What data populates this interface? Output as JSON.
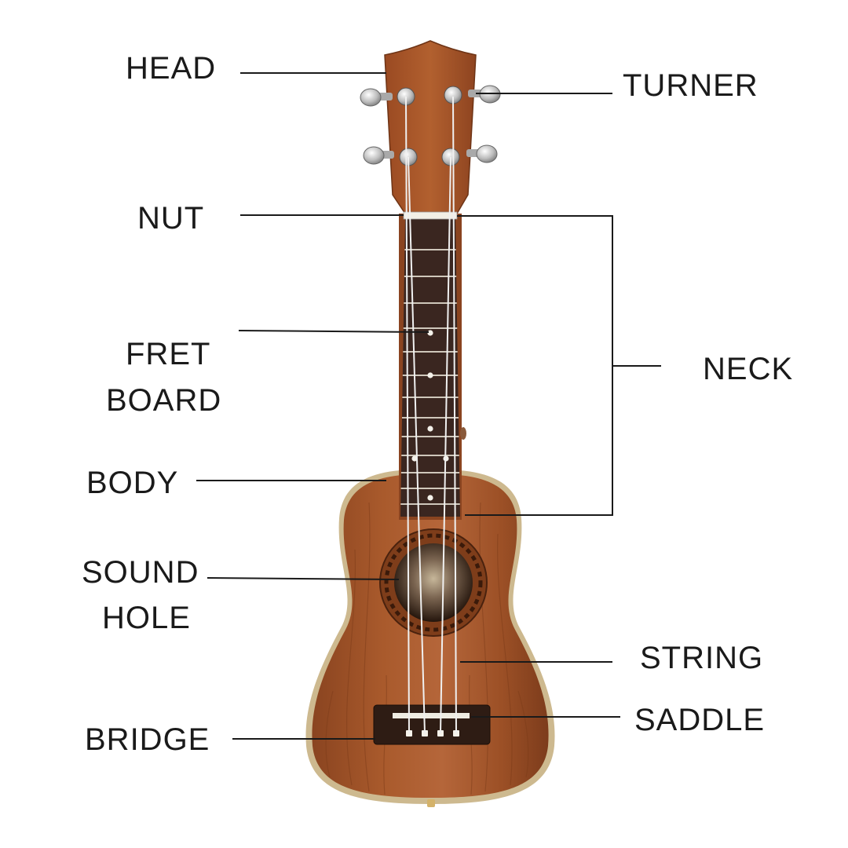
{
  "labels": {
    "head": "HEAD",
    "turner": "TURNER",
    "nut": "NUT",
    "fret_board_line1": "FRET",
    "fret_board_line2": "BOARD",
    "neck": "NECK",
    "body": "BODY",
    "sound_hole_line1": "SOUND",
    "sound_hole_line2": "HOLE",
    "string": "STRING",
    "saddle": "SADDLE",
    "bridge": "BRIDGE"
  },
  "colors": {
    "background": "#ffffff",
    "text": "#1a1a1a",
    "wood": "#9a4f26",
    "wood_dark": "#6e3416",
    "wood_light": "#b8693a",
    "fretboard": "#3a2620",
    "binding": "#c9b48a",
    "tuner_metal": "#c8c8c8",
    "soundhole": "#2a1a10",
    "string": "#eeeeee"
  }
}
